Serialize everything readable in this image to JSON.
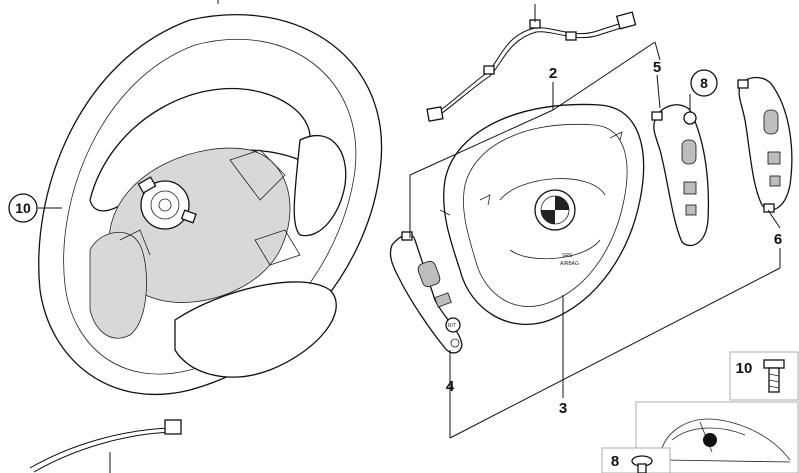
{
  "labels": {
    "wheel": "10",
    "airbag": "2",
    "airbag_lower": "3",
    "switch_left": "4",
    "switch_right_upper": "5",
    "switch_right": "6",
    "screw_callout": "8",
    "inset_bolt": "10",
    "inset_screw": "8"
  },
  "airbag_text": {
    "line1": "SRS",
    "line2": "AIRBAG"
  },
  "switch_button_text": {
    "left_lower": "R/T"
  },
  "colors": {
    "line": "#111111",
    "part_fill": "#ffffff",
    "shade": "#d8d8d8",
    "button": "#bdbdbd"
  }
}
